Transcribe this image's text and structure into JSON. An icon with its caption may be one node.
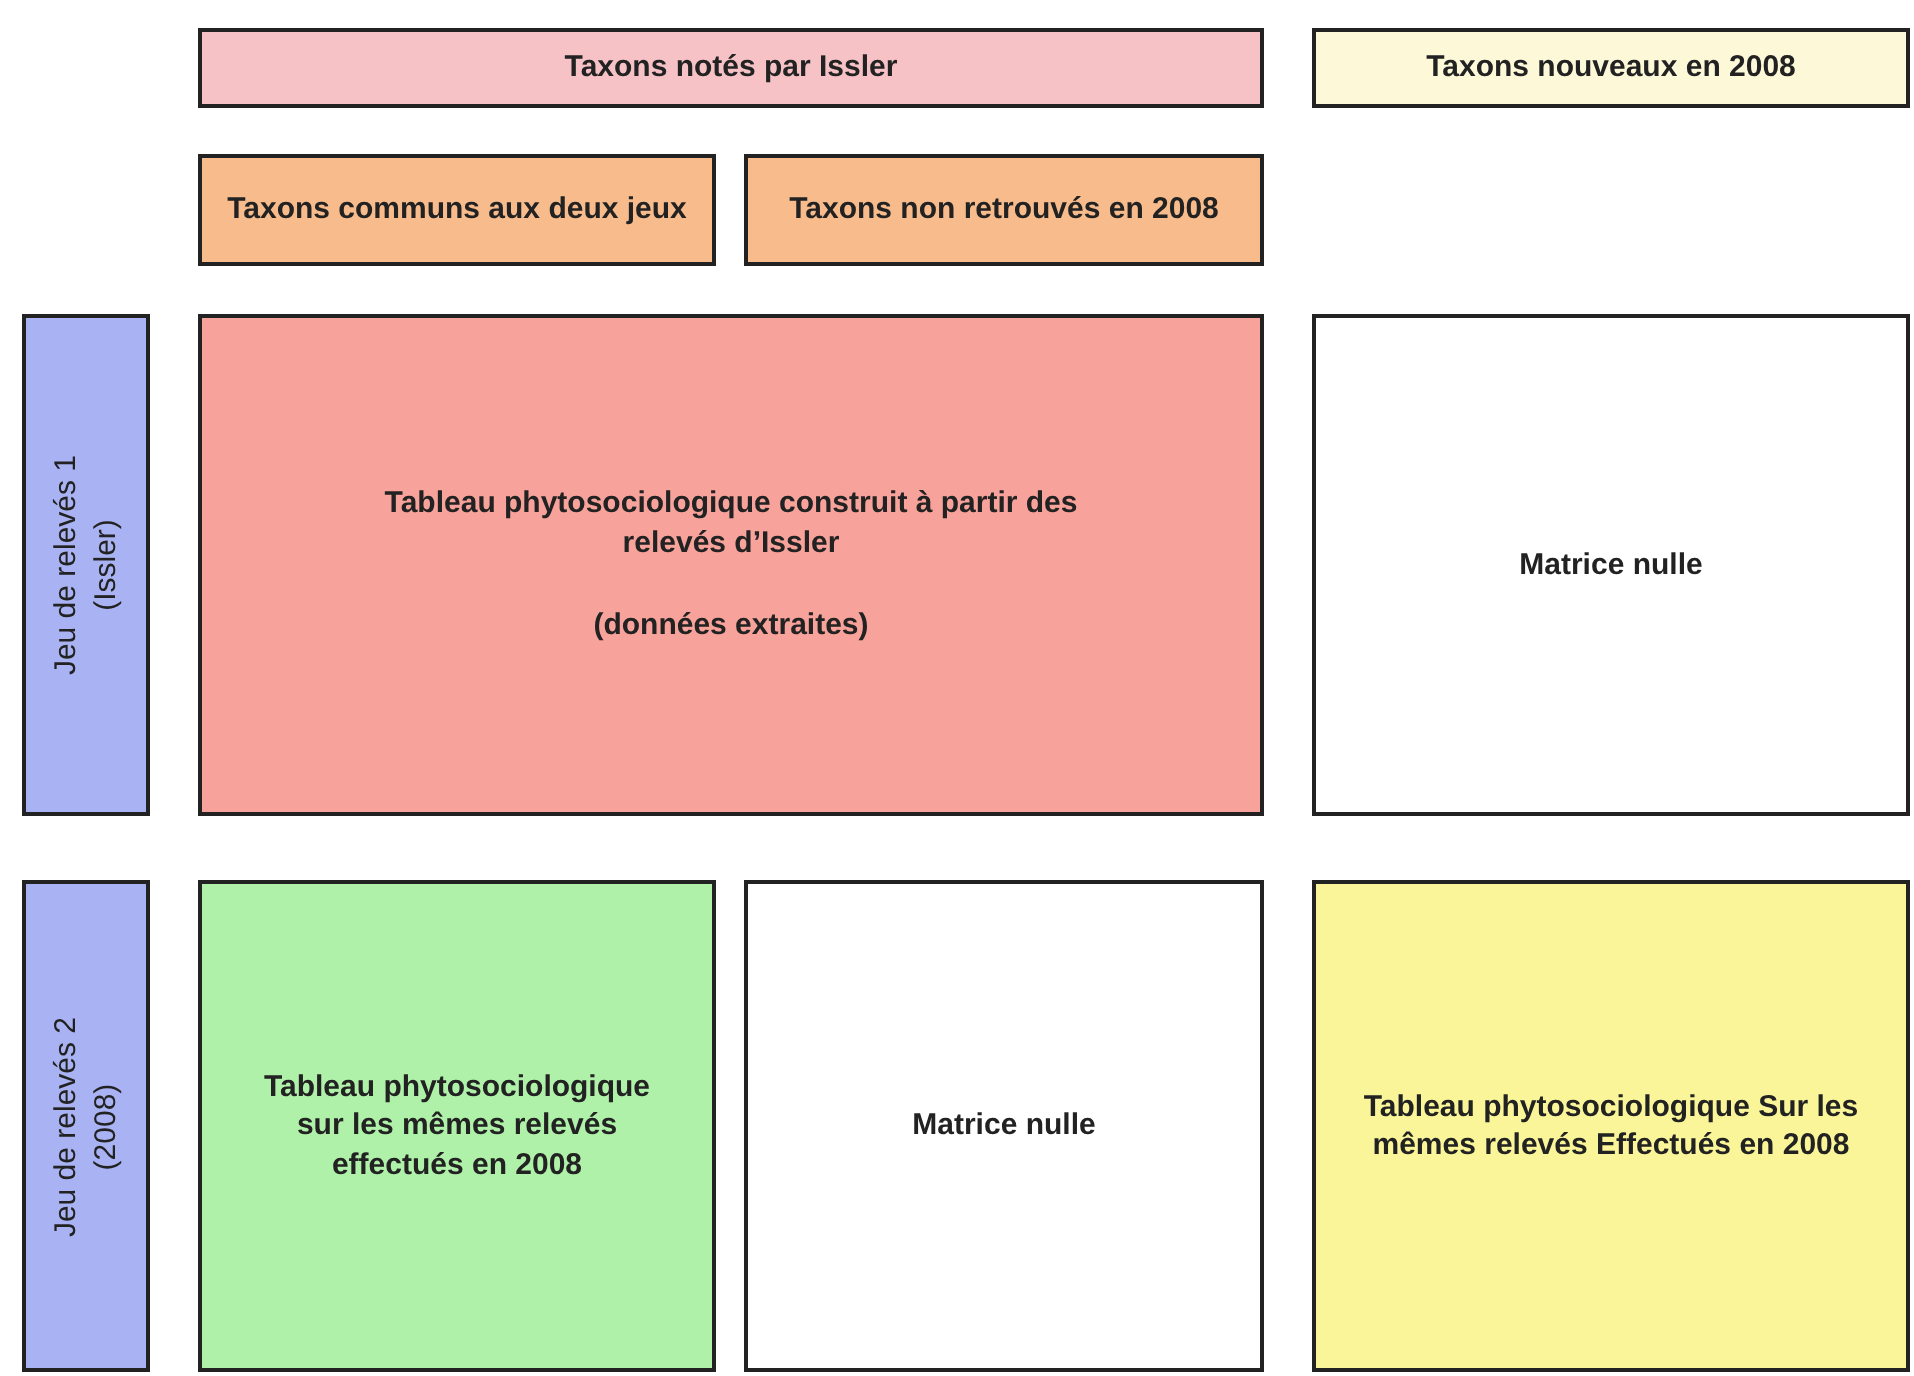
{
  "diagram": {
    "nodes": [
      {
        "text": [
          "Taxons notés par Issler"
        ]
      },
      {
        "text": [
          "Taxons nouveaux en 2008"
        ]
      },
      {
        "text": [
          "Taxons communs aux deux jeux"
        ]
      },
      {
        "text": [
          "Taxons non retrouvés en 2008"
        ]
      },
      {
        "text": [
          "Jeu de relevés 1 (Issler)"
        ]
      },
      {
        "text": [
          "Tableau phytosociologique construit à partir des relevés d’Issler",
          "(données extraites)"
        ]
      },
      {
        "text": [
          "Matrice nulle"
        ]
      },
      {
        "text": [
          "Jeu de relevés 2 (2008)"
        ]
      },
      {
        "text": [
          "Tableau phytosociologique sur les mêmes relevés effectués en 2008"
        ]
      },
      {
        "text": [
          "Matrice nulle"
        ]
      },
      {
        "text": [
          "Tableau phytosociologique Sur les mêmes relevés Effectués en 2008"
        ]
      }
    ]
  }
}
